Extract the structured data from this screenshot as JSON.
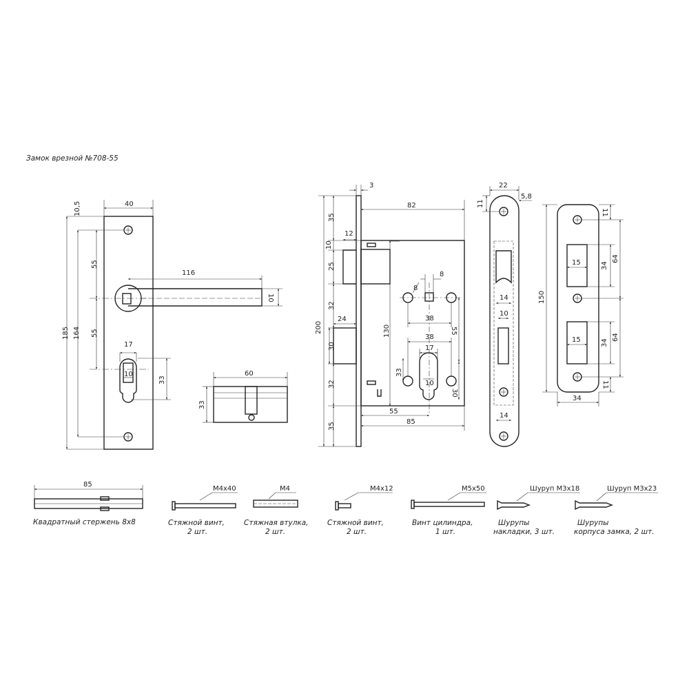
{
  "title": "Замок врезной №708-55",
  "dims": {
    "plate_width": "40",
    "plate_top_offset": "10,5",
    "plate_height": "185",
    "plate_holes": "164",
    "handle_spacing_top": "55",
    "handle_spacing_bottom": "55",
    "handle_length": "116",
    "handle_width": "10",
    "cyl_width": "17",
    "cyl_slot": "10",
    "cyl_height": "33",
    "cyl_length": "60",
    "cyl_side": "33",
    "face_thickness": "3",
    "body_depth": "82",
    "latch_width": "12",
    "top_35": "35",
    "gap_10": "10",
    "latch_25": "25",
    "mid_32a": "32",
    "lock_height": "200",
    "bolt_30": "30",
    "mid_32b": "32",
    "bottom_35": "35",
    "bolt_depth": "24",
    "inner_130": "130",
    "hole_8a": "8",
    "hole_8b": "8",
    "spacing_38a": "38",
    "spacing_38b": "38",
    "cyl_17": "17",
    "cyl_10": "10",
    "body_33": "33",
    "vert_55": "55",
    "vert_30": "30",
    "backset_55": "55",
    "depth_85": "85",
    "face_22": "22",
    "face_58": "5,8",
    "face_11": "11",
    "face_14a": "14",
    "face_10": "10",
    "face_14b": "14",
    "strike_150": "150",
    "strike_11a": "11",
    "strike_64a": "64",
    "strike_34a": "34",
    "strike_15a": "15",
    "strike_15b": "15",
    "strike_34b": "34",
    "strike_64b": "64",
    "strike_11b": "11",
    "strike_width": "34"
  },
  "parts": [
    {
      "spec": "85",
      "caption1": "Квадратный стержень 8х8",
      "caption2": ""
    },
    {
      "spec": "М4х40",
      "caption1": "Стяжной винт,",
      "caption2": "2 шт."
    },
    {
      "spec": "М4",
      "caption1": "Стяжная втулка,",
      "caption2": "2 шт."
    },
    {
      "spec": "М4х12",
      "caption1": "Стяжной винт,",
      "caption2": "2 шт."
    },
    {
      "spec": "М5х50",
      "caption1": "Винт цилиндра,",
      "caption2": "1 шт."
    },
    {
      "spec": "Шуруп М3х18",
      "caption1": "Шурупы",
      "caption2": "накладки, 3 шт."
    },
    {
      "spec": "Шуруп М3х23",
      "caption1": "Шурупы",
      "caption2": "корпуса замка, 2 шт."
    }
  ]
}
